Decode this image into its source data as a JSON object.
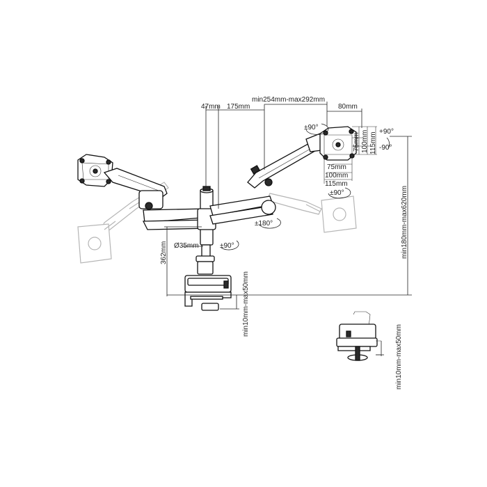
{
  "dimensions": {
    "arm_reach": "min254mm-max292mm",
    "offset_47": "47mm",
    "segment_175": "175mm",
    "segment_80": "80mm",
    "pole_diameter": "Ø35mm",
    "pole_height": "362mm",
    "clamp_range": "min10mm-max50mm",
    "height_range": "min180mm-max620mm",
    "grommet_range": "min10mm-max50mm",
    "vesa_75_v": "75mm",
    "vesa_100_v": "100mm",
    "vesa_115_v": "115mm",
    "vesa_75_h": "75mm",
    "vesa_100_h": "100mm",
    "vesa_115_h": "115mm"
  },
  "rotations": {
    "arm_swivel": "±180°",
    "base_swivel": "±90°",
    "head_swivel_top": "±90°",
    "head_swivel_bottom": "±90°",
    "tilt_up": "+90°",
    "tilt_down": "-90°"
  }
}
